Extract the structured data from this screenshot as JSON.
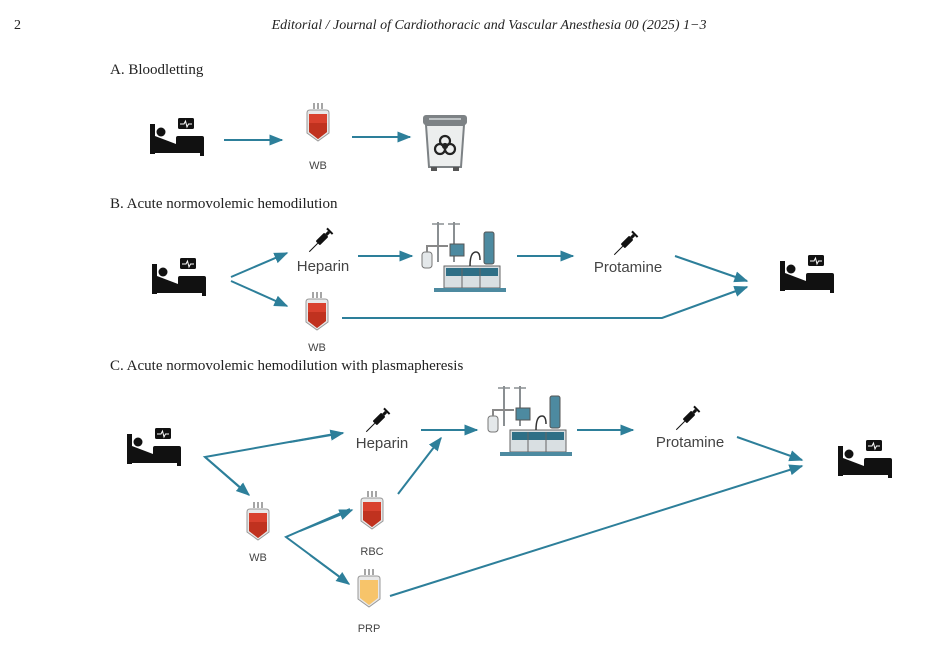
{
  "header": {
    "page_number": "2",
    "running_head": "Editorial / Journal of Cardiothoracic and Vascular Anesthesia 00 (2025) 1−3"
  },
  "colors": {
    "arrow": "#2d7f9a",
    "blood_red": "#d9412e",
    "plasma_yellow": "#f7c46a",
    "icon_black": "#111111",
    "bin_gray": "#8a8f92"
  },
  "panels": [
    {
      "id": "A",
      "title": "A. Bloodletting",
      "nodes": {
        "patient_icon": "hospital-bed-patient-icon",
        "wb_label": "WB",
        "bin_icon": "biohazard-bin-icon"
      }
    },
    {
      "id": "B",
      "title": "B. Acute normovolemic hemodilution",
      "nodes": {
        "heparin_label": "Heparin",
        "protamine_label": "Protamine",
        "wb_label": "WB",
        "cpb_icon": "cardiopulmonary-bypass-machine-icon"
      }
    },
    {
      "id": "C",
      "title": "C. Acute normovolemic hemodilution with plasmapheresis",
      "nodes": {
        "heparin_label": "Heparin",
        "protamine_label": "Protamine",
        "wb_label": "WB",
        "rbc_label": "RBC",
        "prp_label": "PRP",
        "cpb_icon": "cardiopulmonary-bypass-machine-icon"
      }
    }
  ]
}
